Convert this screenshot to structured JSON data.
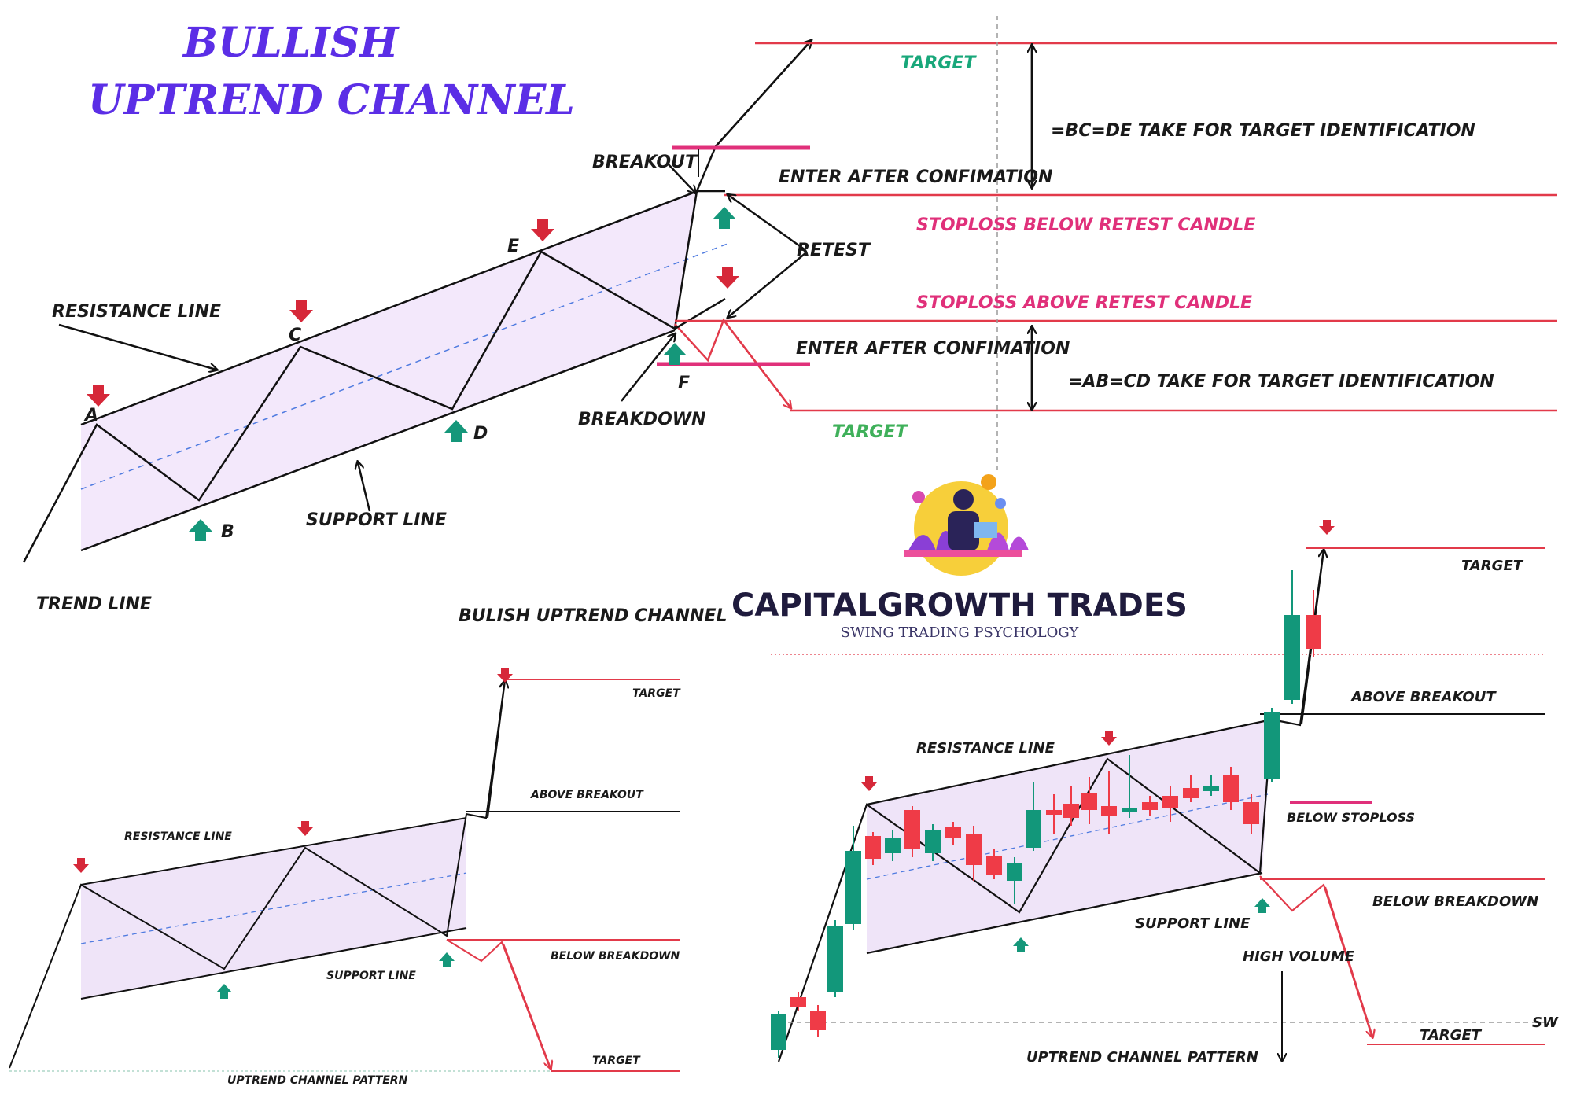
{
  "title": {
    "line1": "BULLISH",
    "line2": "UPTREND CHANNEL"
  },
  "colors": {
    "title": "#5b2ee6",
    "target_green": "#18a77a",
    "stoploss_pink": "#e0307a",
    "red_line": "#e23a4a",
    "channel_fill": "#f3e8fb",
    "arrow_red": "#d62839",
    "arrow_green": "#15977a",
    "bull_candle": "#12977a",
    "bear_candle": "#ef3b47"
  },
  "main_diagram": {
    "points": {
      "a": "A",
      "b": "B",
      "c": "C",
      "d": "D",
      "e": "E",
      "f": "F"
    },
    "labels": {
      "resistance": "RESISTANCE LINE",
      "support": "SUPPORT LINE",
      "trend": "TREND LINE",
      "breakout": "BREAKOUT",
      "breakdown": "BREAKDOWN",
      "retest": "RETEST",
      "enter1": "ENTER AFTER CONFIMATION",
      "enter2": "ENTER AFTER CONFIMATION",
      "target_top": "TARGET",
      "target_bottom": "TARGET",
      "stoploss_below": "STOPLOSS BELOW RETEST CANDLE",
      "stoploss_above": "STOPLOSS ABOVE RETEST CANDLE",
      "bc_de": "=BC=DE TAKE FOR TARGET IDENTIFICATION",
      "ab_cd": "=AB=CD TAKE FOR TARGET IDENTIFICATION",
      "bulish_channel": "BULISH UPTREND CHANNEL"
    }
  },
  "brand": {
    "name": "CAPITALGROWTH TRADES",
    "tagline": "SWING TRADING PSYCHOLOGY"
  },
  "left_diagram": {
    "labels": {
      "target_top": "TARGET",
      "above_breakout": "ABOVE BREAKOUT",
      "resistance": "RESISTANCE LINE",
      "support": "SUPPORT LINE",
      "below_breakdown": "BELOW BREAKDOWN",
      "target_bottom": "TARGET",
      "pattern": "UPTREND CHANNEL PATTERN"
    }
  },
  "right_diagram": {
    "labels": {
      "target_top": "TARGET",
      "above_breakout": "ABOVE BREAKOUT",
      "resistance": "RESISTANCE LINE",
      "below_stoploss": "BELOW STOPLOSS",
      "below_breakdown": "BELOW BREAKDOWN",
      "support": "SUPPORT LINE",
      "high_volume": "HIGH VOLUME",
      "target_bottom": "TARGET",
      "pattern": "UPTREND CHANNEL PATTERN",
      "sw": "SW"
    }
  }
}
